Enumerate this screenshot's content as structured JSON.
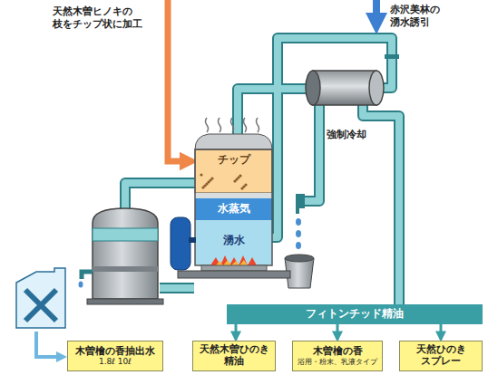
{
  "diagram": {
    "nodes": [
      {
        "text": [
          "チップ"
        ]
      },
      {
        "text": [
          "水蒸気"
        ]
      },
      {
        "text": [
          "湧水"
        ]
      },
      {
        "text": [
          "フィトンチッド精油"
        ]
      },
      {
        "text": [
          "木曽檜の香抽出水",
          "1.8ℓ 10ℓ"
        ]
      },
      {
        "text": [
          "天然木曽ひのき 精油"
        ]
      },
      {
        "text": [
          "木曽檜の香",
          "浴用・粉末、乳液タイプ"
        ]
      },
      {
        "text": [
          "天然ひのき スプレー"
        ]
      }
    ],
    "edges": [
      {
        "from": 3,
        "to": 5,
        "arrow": "to"
      },
      {
        "from": 3,
        "to": 6,
        "arrow": "to"
      },
      {
        "from": 3,
        "to": 7,
        "arrow": "to"
      }
    ],
    "labels": [
      "天然木曽ヒノキの 枝をチップ状に加工",
      "赤沢美林の 湧水誘引",
      "強制冷却"
    ]
  }
}
